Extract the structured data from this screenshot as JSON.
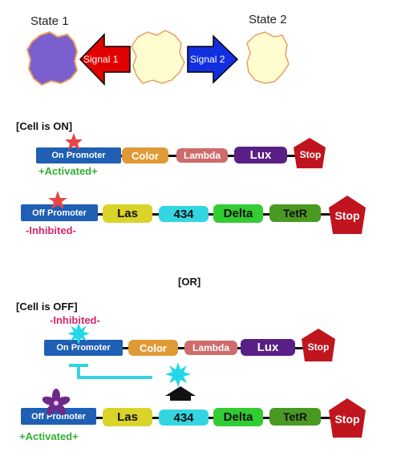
{
  "colors": {
    "promoter": "#1f5fb4",
    "color_gene": "#e09a35",
    "lambda": "#cf6b6b",
    "lux": "#5a1f86",
    "stop": "#c0151e",
    "las": "#d9d32a",
    "g434": "#33d6e0",
    "delta": "#33cc33",
    "tetr": "#4a9a22",
    "activated": "#33b033",
    "inhibited": "#d4246a",
    "star_red": "#e64646",
    "star_cyan": "#22d8e8",
    "star_purple": "#6e2a8a",
    "signal1": "#e00000",
    "signal2": "#1030e0",
    "cell1": "#7b5fcf",
    "cell_neutral": "#fffccf"
  },
  "states": {
    "state1": "State 1",
    "state2": "State 2"
  },
  "signals": {
    "signal1": "Signal 1",
    "signal2": "Signal 2"
  },
  "sections": {
    "on_heading": "[Cell is ON]",
    "or_label": "[OR]",
    "off_heading": "[Cell is OFF]"
  },
  "parts": {
    "on_promoter": "On Promoter",
    "off_promoter": "Off Promoter",
    "color": "Color",
    "lambda": "Lambda",
    "lux": "Lux",
    "stop": "Stop",
    "las": "Las",
    "g434": "434",
    "delta": "Delta",
    "tetr": "TetR"
  },
  "status": {
    "activated": "+Activated+",
    "inhibited": "-Inhibited-"
  },
  "icons": [
    "star-icon",
    "burst-icon",
    "pinwheel-icon",
    "up-arrow-icon",
    "inhibition-arrow-icon"
  ]
}
